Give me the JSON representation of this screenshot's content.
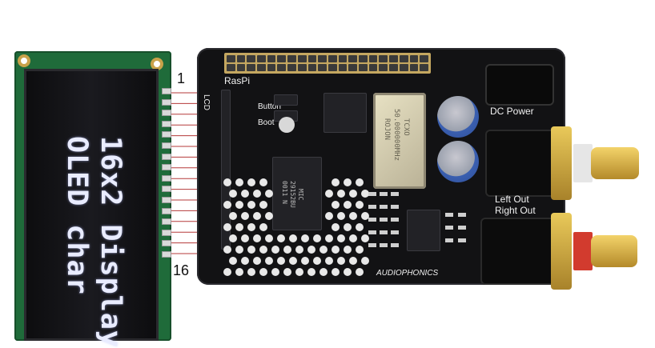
{
  "oled": {
    "line1": "16x2 Display",
    "line2": "OLED char",
    "pin_first": "1",
    "pin_last": "16"
  },
  "board": {
    "label_raspi": "RasPi",
    "label_lcd": "LCD",
    "label_button": "Button",
    "label_boot": "Boot",
    "label_dc_power": "DC Power",
    "label_left_out": "Left Out",
    "label_right_out": "Right Out",
    "label_brand": "AUDIOPHONICS",
    "crystal_line1": "TCXO",
    "crystal_line2": "50.000000MHz",
    "crystal_line3": "ROJON",
    "chip_line1": "MIC",
    "chip_line2": "29152BU",
    "chip_line3": "0011 N"
  },
  "colors": {
    "pcb_green": "#1f6b3a",
    "hat_black": "#121214",
    "oled_text": "#e9ecff",
    "wire_red": "#b53a3a",
    "gold": "#c9a24a",
    "cap_blue": "#2f4f9a",
    "rca_red": "#d23b2e",
    "rca_white": "#e6e6e6"
  }
}
